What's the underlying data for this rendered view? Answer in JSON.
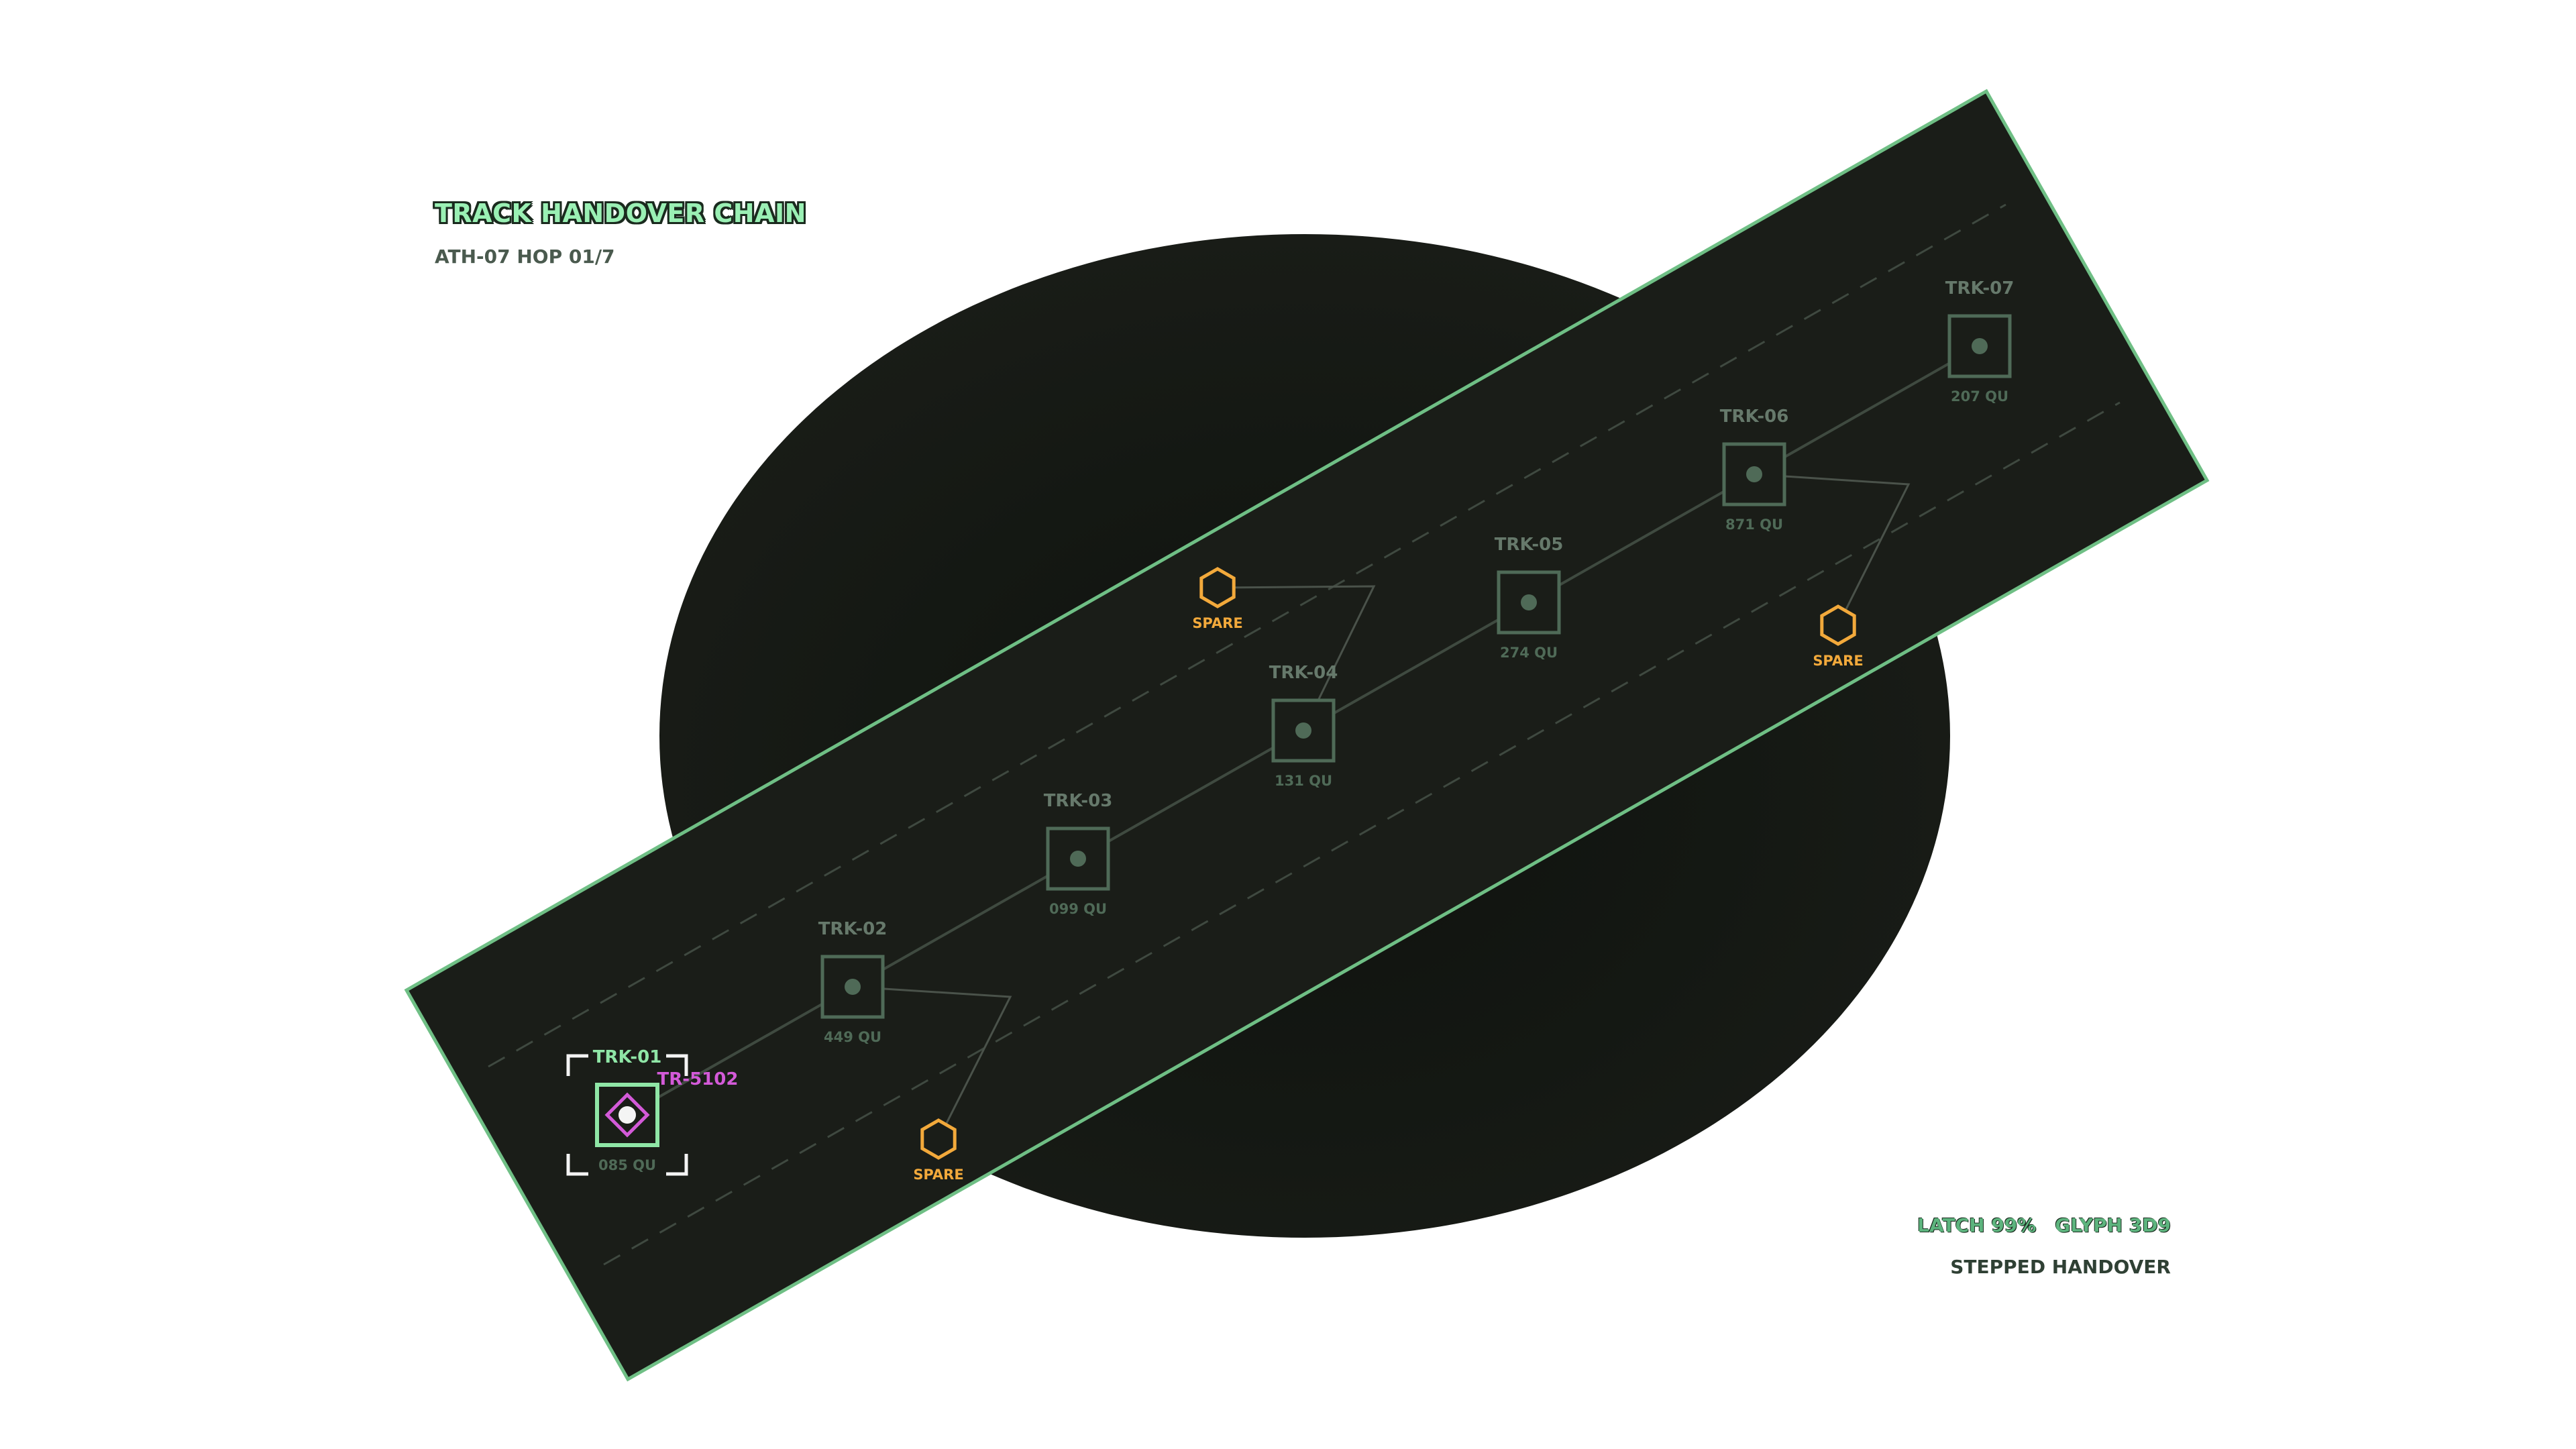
{
  "header": {
    "title": "TRACK HANDOVER CHAIN",
    "subtitle": "ATH-07  HOP 01/7"
  },
  "footer": {
    "latch": "LATCH 99%",
    "glyph": "GLYPH 3D9",
    "mode": "STEPPED HANDOVER"
  },
  "colors": {
    "background": "#ffffff",
    "disc": "#161915",
    "band": "#1a1d18",
    "band_border": "#6fbf85",
    "node": "#4f6a57",
    "node_label": "#66796b",
    "active": "#8fe6a6",
    "target": "#d35ad8",
    "spare": "#f2a93b",
    "link": "#3f4a40"
  },
  "target": {
    "label": "TR-5102"
  },
  "nodes": [
    {
      "label": "TRK-01",
      "qty": "085 QU",
      "active": true
    },
    {
      "label": "TRK-02",
      "qty": "449 QU",
      "active": false
    },
    {
      "label": "TRK-03",
      "qty": "099 QU",
      "active": false
    },
    {
      "label": "TRK-04",
      "qty": "131 QU",
      "active": false
    },
    {
      "label": "TRK-05",
      "qty": "274 QU",
      "active": false
    },
    {
      "label": "TRK-06",
      "qty": "871 QU",
      "active": false
    },
    {
      "label": "TRK-07",
      "qty": "207 QU",
      "active": false
    }
  ],
  "spares": [
    {
      "label": "SPARE",
      "linked_to": "TRK-02"
    },
    {
      "label": "SPARE",
      "linked_to": "TRK-04"
    },
    {
      "label": "SPARE",
      "linked_to": "TRK-06"
    }
  ]
}
